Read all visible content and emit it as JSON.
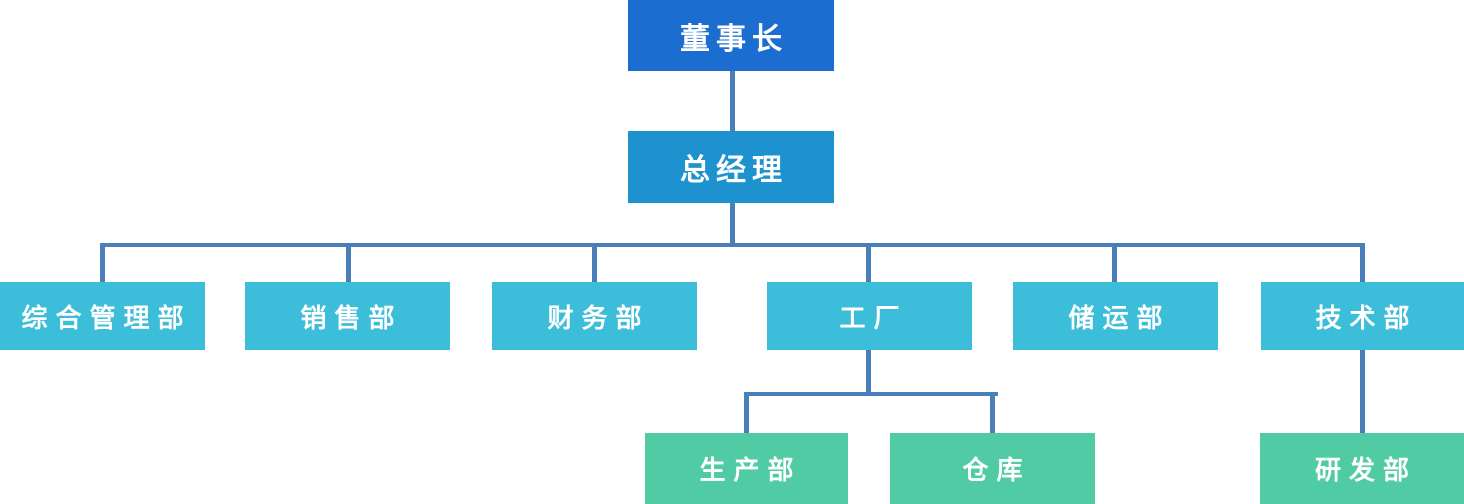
{
  "colors": {
    "level1": "#1b6ed0",
    "level2": "#1e91cf",
    "level3": "#3cbdd9",
    "level4": "#51cba3",
    "connector": "#4a7fba",
    "text": "#ffffff",
    "background": "#ffffff"
  },
  "org_chart": {
    "type": "organization-chart",
    "nodes": [
      {
        "id": "chairman",
        "label": "董事长",
        "level": 1,
        "reports_to": null
      },
      {
        "id": "general-manager",
        "label": "总经理",
        "level": 2,
        "reports_to": "chairman"
      },
      {
        "id": "general-admin-dept",
        "label": "综合管理部",
        "level": 3,
        "reports_to": "general-manager"
      },
      {
        "id": "sales-dept",
        "label": "销售部",
        "level": 3,
        "reports_to": "general-manager"
      },
      {
        "id": "finance-dept",
        "label": "财务部",
        "level": 3,
        "reports_to": "general-manager"
      },
      {
        "id": "factory",
        "label": "工厂",
        "level": 3,
        "reports_to": "general-manager"
      },
      {
        "id": "storage-transport-dept",
        "label": "储运部",
        "level": 3,
        "reports_to": "general-manager"
      },
      {
        "id": "technology-dept",
        "label": "技术部",
        "level": 3,
        "reports_to": "general-manager"
      },
      {
        "id": "production-dept",
        "label": "生产部",
        "level": 4,
        "reports_to": "factory"
      },
      {
        "id": "warehouse",
        "label": "仓库",
        "level": 4,
        "reports_to": "factory"
      },
      {
        "id": "rnd-dept",
        "label": "研发部",
        "level": 4,
        "reports_to": "technology-dept"
      }
    ]
  }
}
